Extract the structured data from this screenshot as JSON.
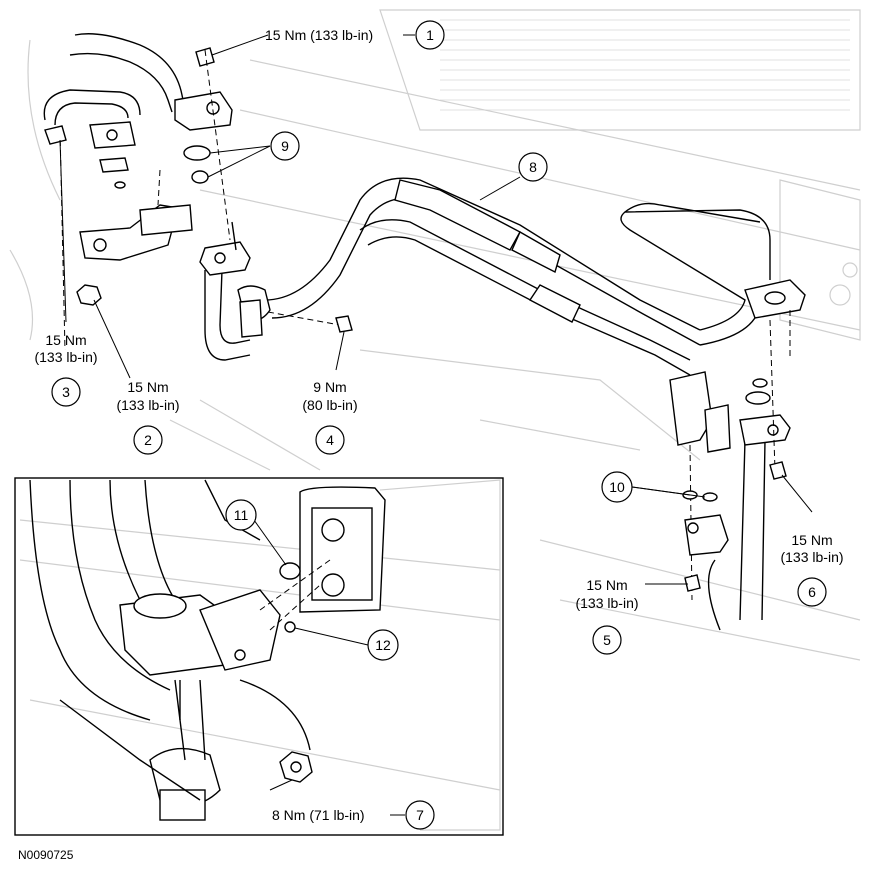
{
  "callouts": {
    "c1": "1",
    "c2": "2",
    "c3": "3",
    "c4": "4",
    "c5": "5",
    "c6": "6",
    "c7": "7",
    "c8": "8",
    "c9": "9",
    "c10": "10",
    "c11": "11",
    "c12": "12"
  },
  "torque": {
    "t1": "15 Nm (133 lb-in)",
    "t2_line1": "15 Nm",
    "t2_line2": "(133 lb-in)",
    "t3_line1": "15 Nm",
    "t3_line2": "(133 lb-in)",
    "t4_line1": "9 Nm",
    "t4_line2": "(80 lb-in)",
    "t5_line1": "15 Nm",
    "t5_line2": "(133 lb-in)",
    "t6_line1": "15 Nm",
    "t6_line2": "(133 lb-in)",
    "t7": "8 Nm (71 lb-in)"
  },
  "figure_ref": "N0090725"
}
